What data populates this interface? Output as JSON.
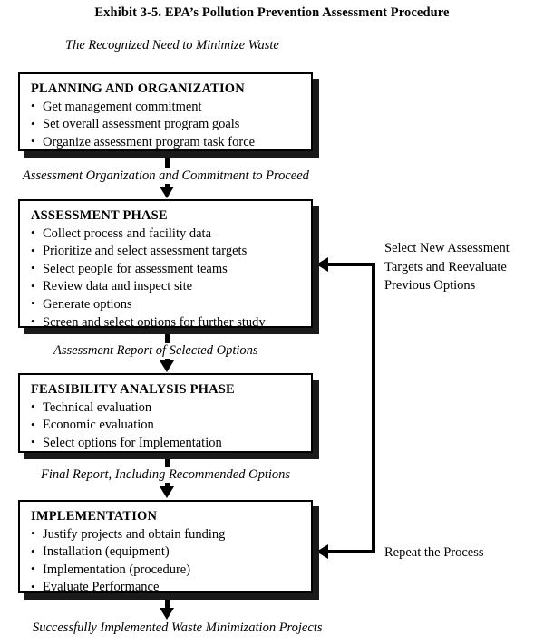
{
  "diagram": {
    "title": "Exhibit 3-5. EPA’s Pollution Prevention Assessment Procedure",
    "intro_label": "The Recognized Need to Minimize Waste",
    "outcome_label": "Successfully Implemented Waste Minimization Projects",
    "colors": {
      "background": "#ffffff",
      "stroke": "#000000",
      "shadow": "#1a1a1a",
      "text": "#000000"
    },
    "stages": [
      {
        "id": "planning-and-organization",
        "title": "PLANNING AND ORGANIZATION",
        "items": [
          "Get management commitment",
          "Set overall assessment program goals",
          "Organize assessment program task force"
        ]
      },
      {
        "id": "assessment-phase",
        "title": "ASSESSMENT PHASE",
        "items": [
          "Collect process and facility data",
          "Prioritize and select assessment targets",
          "Select people for assessment teams",
          "Review data and inspect site",
          "Generate options",
          "Screen and select options for further study"
        ]
      },
      {
        "id": "feasibility-analysis-phase",
        "title": "FEASIBILITY ANALYSIS PHASE",
        "items": [
          "Technical evaluation",
          "Economic evaluation",
          "Select options for Implementation"
        ]
      },
      {
        "id": "implementation",
        "title": "IMPLEMENTATION",
        "items": [
          "Justify projects and obtain funding",
          "Installation (equipment)",
          "Implementation (procedure)",
          "Evaluate Performance"
        ]
      }
    ],
    "flow_labels": [
      "Assessment Organization and Commitment to Proceed",
      "Assessment Report of Selected Options",
      "Final Report, Including Recommended Options"
    ],
    "feedback": {
      "upper_label_lines": [
        "Select New Assessment",
        "Targets and Reevaluate",
        "Previous Options"
      ],
      "lower_label": "Repeat the Process"
    }
  }
}
